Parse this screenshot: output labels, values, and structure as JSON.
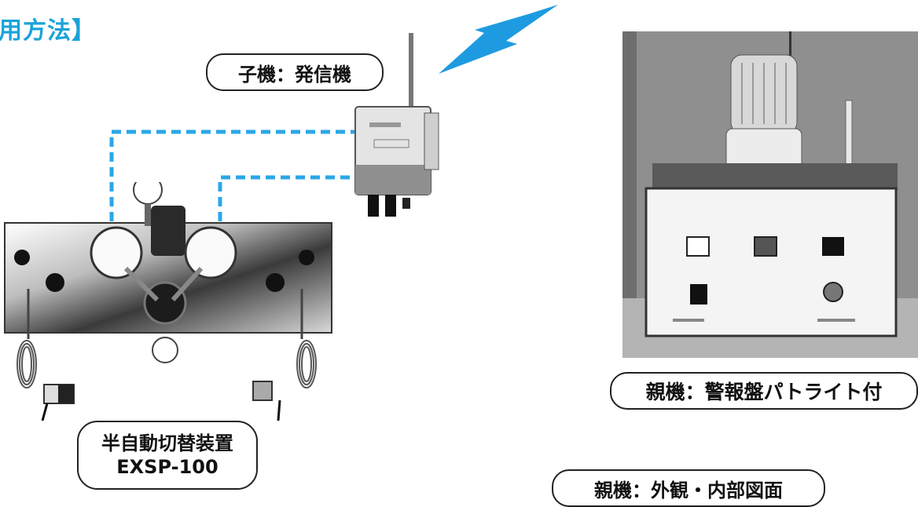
{
  "heading": "用方法】",
  "labels": {
    "transmitter": "子機：発信機",
    "master_unit": "親機：警報盤パトライト付",
    "device_line1": "半自動切替装置",
    "device_line2": "EXSP-100",
    "master_appearance": "親機：外観・内部図面"
  },
  "colors": {
    "accent": "#1aa3d8",
    "signal": "#1e9be0",
    "dashed_line": "#2aa7e8"
  }
}
